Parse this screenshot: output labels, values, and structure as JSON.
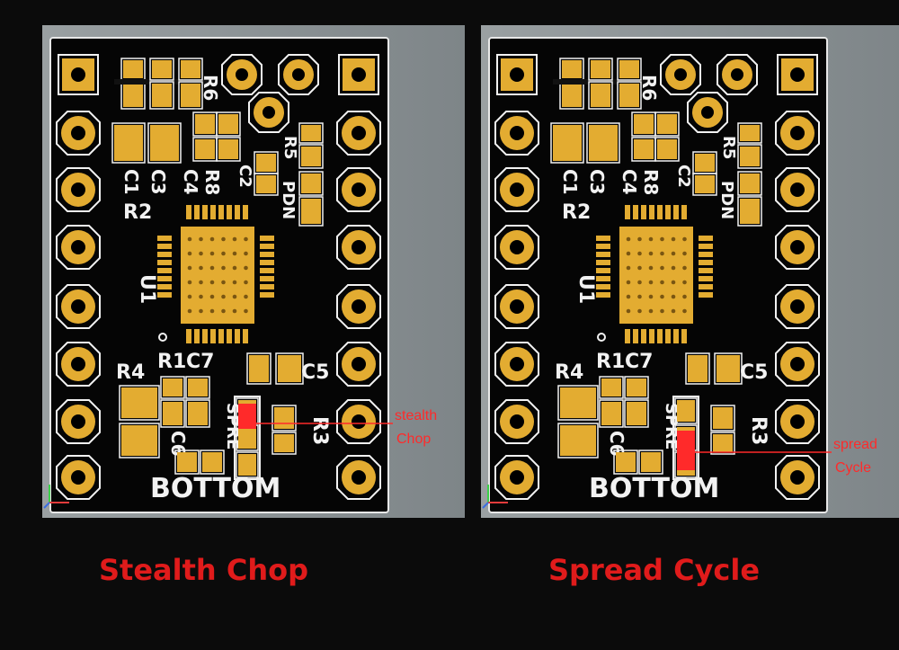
{
  "colors": {
    "background": "#0b0b0b",
    "board": "#050505",
    "pad_gold": "#e3ac31",
    "silk": "#f2f2f2",
    "jumper_red": "#ff2a2a",
    "caption_red": "#e01b1b"
  },
  "boards": [
    {
      "id": "stealth",
      "labels": {
        "r6": "R6",
        "c1": "C1",
        "c3": "C3",
        "c4": "C4",
        "r8": "R8",
        "r2": "R2",
        "c2": "C2",
        "r5": "R5",
        "pdn": "PDN",
        "u1": "U1",
        "r4": "R4",
        "r1": "R1",
        "c7": "C7",
        "c5": "C5",
        "c6": "C6",
        "spre": "SPRE",
        "r3": "R3",
        "bottom": "BOTTOM"
      },
      "annotation": {
        "line1": "stealth",
        "line2": "Chop"
      },
      "jumper": "top",
      "caption": "Stealth Chop"
    },
    {
      "id": "spread",
      "labels": {
        "r6": "R6",
        "c1": "C1",
        "c3": "C3",
        "c4": "C4",
        "r8": "R8",
        "r2": "R2",
        "c2": "C2",
        "r5": "R5",
        "pdn": "PDN",
        "u1": "U1",
        "r4": "R4",
        "r1": "R1",
        "c7": "C7",
        "c5": "C5",
        "c6": "C6",
        "spre": "SPRE",
        "r3": "R3",
        "bottom": "BOTTOM"
      },
      "annotation": {
        "line1": "spread",
        "line2": "Cycle"
      },
      "jumper": "bottom",
      "caption": "Spread Cycle"
    }
  ]
}
